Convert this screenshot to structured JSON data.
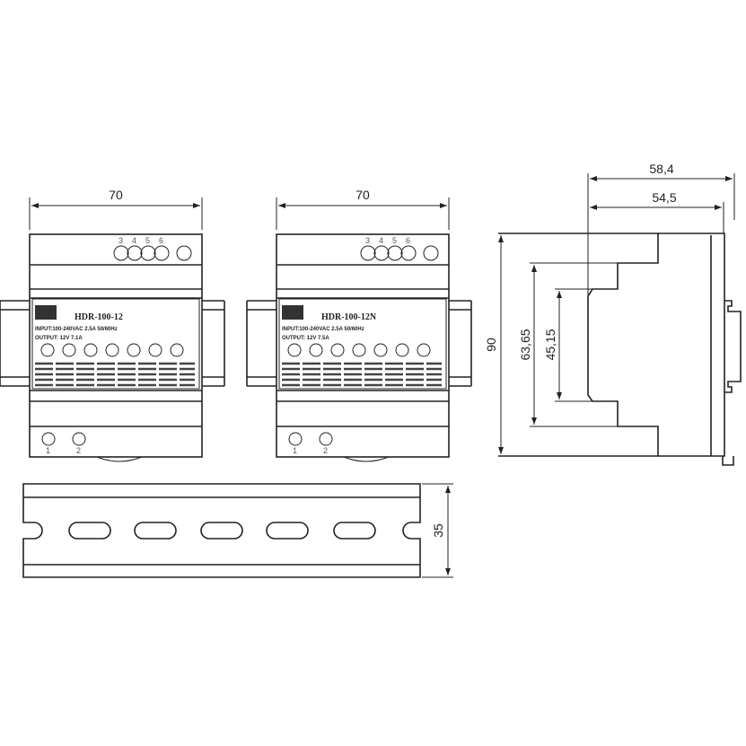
{
  "front_views": [
    {
      "width_dim": "70",
      "model": "HDR-100-12",
      "input": "INPUT:100-240VAC 2.5A 50/60Hz",
      "output": "OUTPUT: 12V 7.1A",
      "top_terminals": [
        "3",
        "4",
        "5",
        "6"
      ],
      "bottom_terminals": [
        "1",
        "2"
      ]
    },
    {
      "width_dim": "70",
      "model": "HDR-100-12N",
      "input": "INPUT:100-240VAC 2.5A 50/60Hz",
      "output": "OUTPUT: 12V 7.5A",
      "top_terminals": [
        "3",
        "4",
        "5",
        "6"
      ],
      "bottom_terminals": [
        "1",
        "2"
      ]
    }
  ],
  "side_view": {
    "depth_total": "58,4",
    "depth_body": "54,5",
    "height": "90",
    "step_outer": "63,65",
    "step_inner": "45,15"
  },
  "din_rail": {
    "height_dim": "35"
  }
}
